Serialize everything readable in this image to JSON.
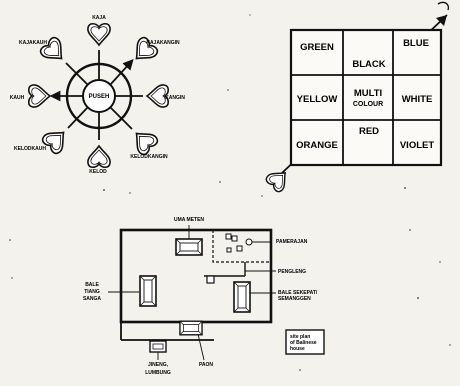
{
  "compass": {
    "center_label": "PUSEH",
    "directions": [
      {
        "label": "KAJA"
      },
      {
        "label": "KAJAKANGIN"
      },
      {
        "label": "KANGIN"
      },
      {
        "label": "KELODKANGIN"
      },
      {
        "label": "KELOD"
      },
      {
        "label": "KELODKAUH"
      },
      {
        "label": "KAUH"
      },
      {
        "label": "KAJAKAUH"
      }
    ]
  },
  "color_grid": {
    "cells": [
      {
        "label": "GREEN"
      },
      {
        "label": "BLACK"
      },
      {
        "label": "BLUE"
      },
      {
        "label": "YELLOW"
      },
      {
        "label_line1": "MULTI",
        "label_line2": "COLOUR"
      },
      {
        "label": "WHITE"
      },
      {
        "label": "ORANGE"
      },
      {
        "label": "RED"
      },
      {
        "label": "VIOLET"
      }
    ]
  },
  "site_plan": {
    "labels": {
      "uma_meten": "UMA METEN",
      "pamerajan": "PAMERAJAN",
      "pengleng": "PENGLENG",
      "bale_sekepat_line1": "BALE SEKEPAT/",
      "bale_sekepat_line2": "SEMANGGEN",
      "bale_tiang_line1": "BALE",
      "bale_tiang_line2": "TIANG",
      "bale_tiang_line3": "SANGA",
      "jineng_line1": "JINENG,",
      "jineng_line2": "LUMBUNG",
      "paon": "PAON"
    },
    "caption": {
      "line1": "site plan",
      "line2": "of Balinese",
      "line3": "house"
    }
  }
}
